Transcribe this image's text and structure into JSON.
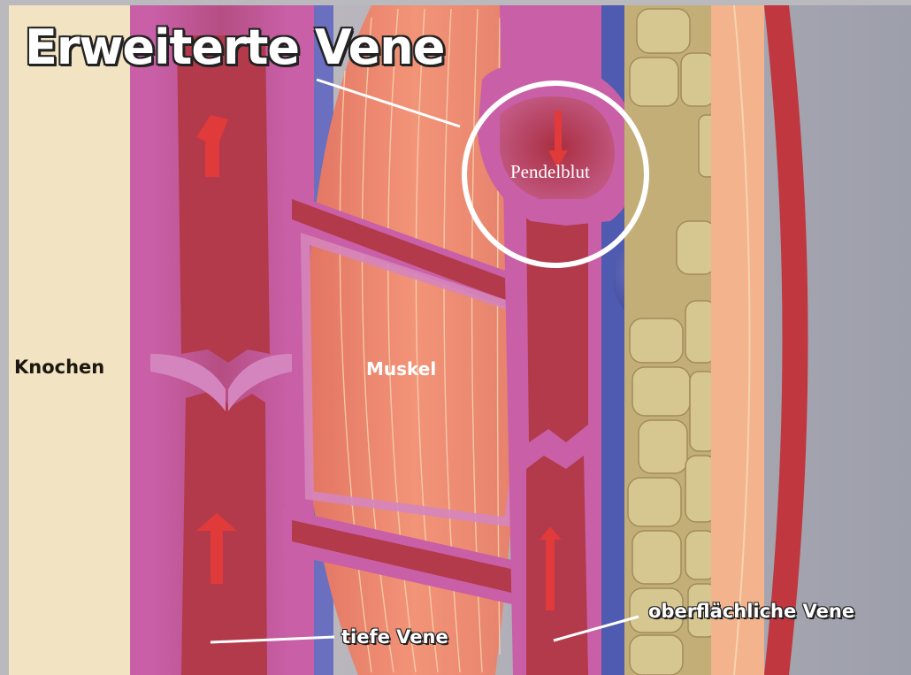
{
  "title": "Erweiterte Vene",
  "labels": {
    "bone": "Knochen",
    "muscle": "Muskel",
    "pendulum_blood": "Pendelblut",
    "deep_vein": "tiefe Vene",
    "superficial_vein": "oberflächliche Vene"
  },
  "colors": {
    "frame": "#b9b9be",
    "bone": "#f2e4c2",
    "vein_wall": "#c95fa6",
    "blood": "#b33a4a",
    "blood_light": "#c95a78",
    "muscle": "#ef8a6f",
    "muscle_line": "#f7d3b0",
    "varicose_bulge": "#5861b0",
    "fat": "#cbb781",
    "skin": "#f3b48d",
    "skin_edge": "#c0373f",
    "label_line": "#ffffff"
  }
}
